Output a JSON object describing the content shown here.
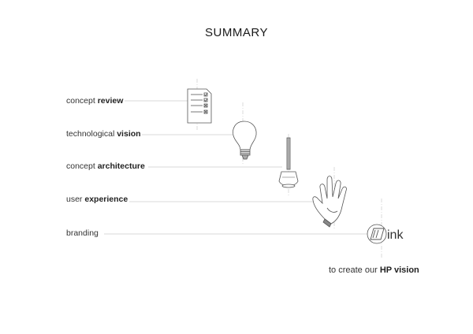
{
  "title": "SUMMARY",
  "steps": [
    {
      "prefix": "concept",
      "bold": "review",
      "icon": "checklist-icon"
    },
    {
      "prefix": "technological",
      "bold": "vision",
      "icon": "lightbulb-icon"
    },
    {
      "prefix": "concept",
      "bold": "architecture",
      "icon": "pen-stand-icon"
    },
    {
      "prefix": "user",
      "bold": "experience",
      "icon": "hand-icon"
    },
    {
      "prefix": "",
      "bold": "branding",
      "icon": "link-logo-icon"
    }
  ],
  "logo_text": "ink",
  "footer": {
    "prefix": "to create our",
    "bold": "HP vision"
  }
}
